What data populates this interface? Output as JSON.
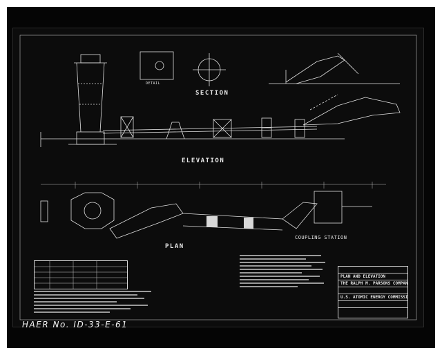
{
  "photo": {
    "haer_label": "HAER No. ID-33-E-61"
  },
  "drawing": {
    "section_label": "SECTION",
    "elevation_label": "ELEVATION",
    "plan_label": "PLAN",
    "coupling_label": "COUPLING STATION",
    "detail_label": "DETAIL"
  },
  "title_block": {
    "company": "THE RALPH M. PARSONS COMPANY",
    "sheet_title": "PLAN AND ELEVATION",
    "agency": "U.S. ATOMIC ENERGY COMMISSION"
  },
  "colors": {
    "background": "#0c0c0c",
    "linework": "#e0e0e0"
  }
}
